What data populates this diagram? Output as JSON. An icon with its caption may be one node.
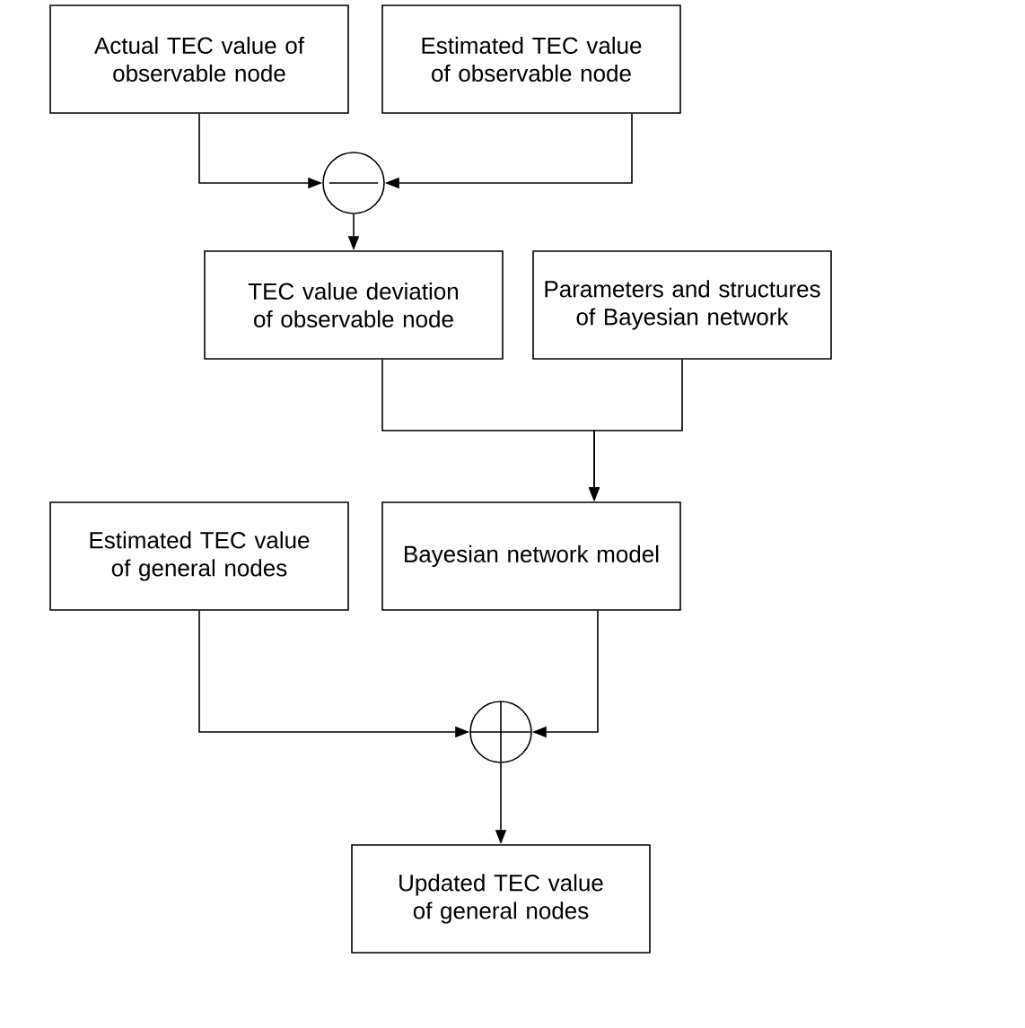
{
  "diagram": {
    "nodes": [
      {
        "text": [
          "Actual TEC value of observable node"
        ]
      },
      {
        "text": [
          "Estimated TEC value of observable node"
        ]
      },
      {
        "text": [],
        "shape": "circle"
      },
      {
        "text": [
          "TEC value deviation of observable node"
        ]
      },
      {
        "text": [
          "Parameters and structures of Bayesian network"
        ]
      },
      {
        "text": [
          "Estimated TEC value of general nodes"
        ]
      },
      {
        "text": [
          "Bayesian network model"
        ]
      },
      {
        "text": [],
        "shape": "circle"
      },
      {
        "text": [
          "Updated TEC value of general nodes"
        ]
      }
    ],
    "edges": [
      {
        "from": 0,
        "to": 2,
        "arrow": "to"
      },
      {
        "from": 1,
        "to": 2,
        "arrow": "to"
      },
      {
        "from": 2,
        "to": 3,
        "arrow": "to"
      },
      {
        "from": 3,
        "to": 6,
        "arrow": "to"
      },
      {
        "from": 4,
        "to": 6,
        "arrow": "to"
      },
      {
        "from": 5,
        "to": 7,
        "arrow": "to"
      },
      {
        "from": 6,
        "to": 7,
        "arrow": "to"
      },
      {
        "from": 7,
        "to": 8,
        "arrow": "to"
      }
    ]
  }
}
